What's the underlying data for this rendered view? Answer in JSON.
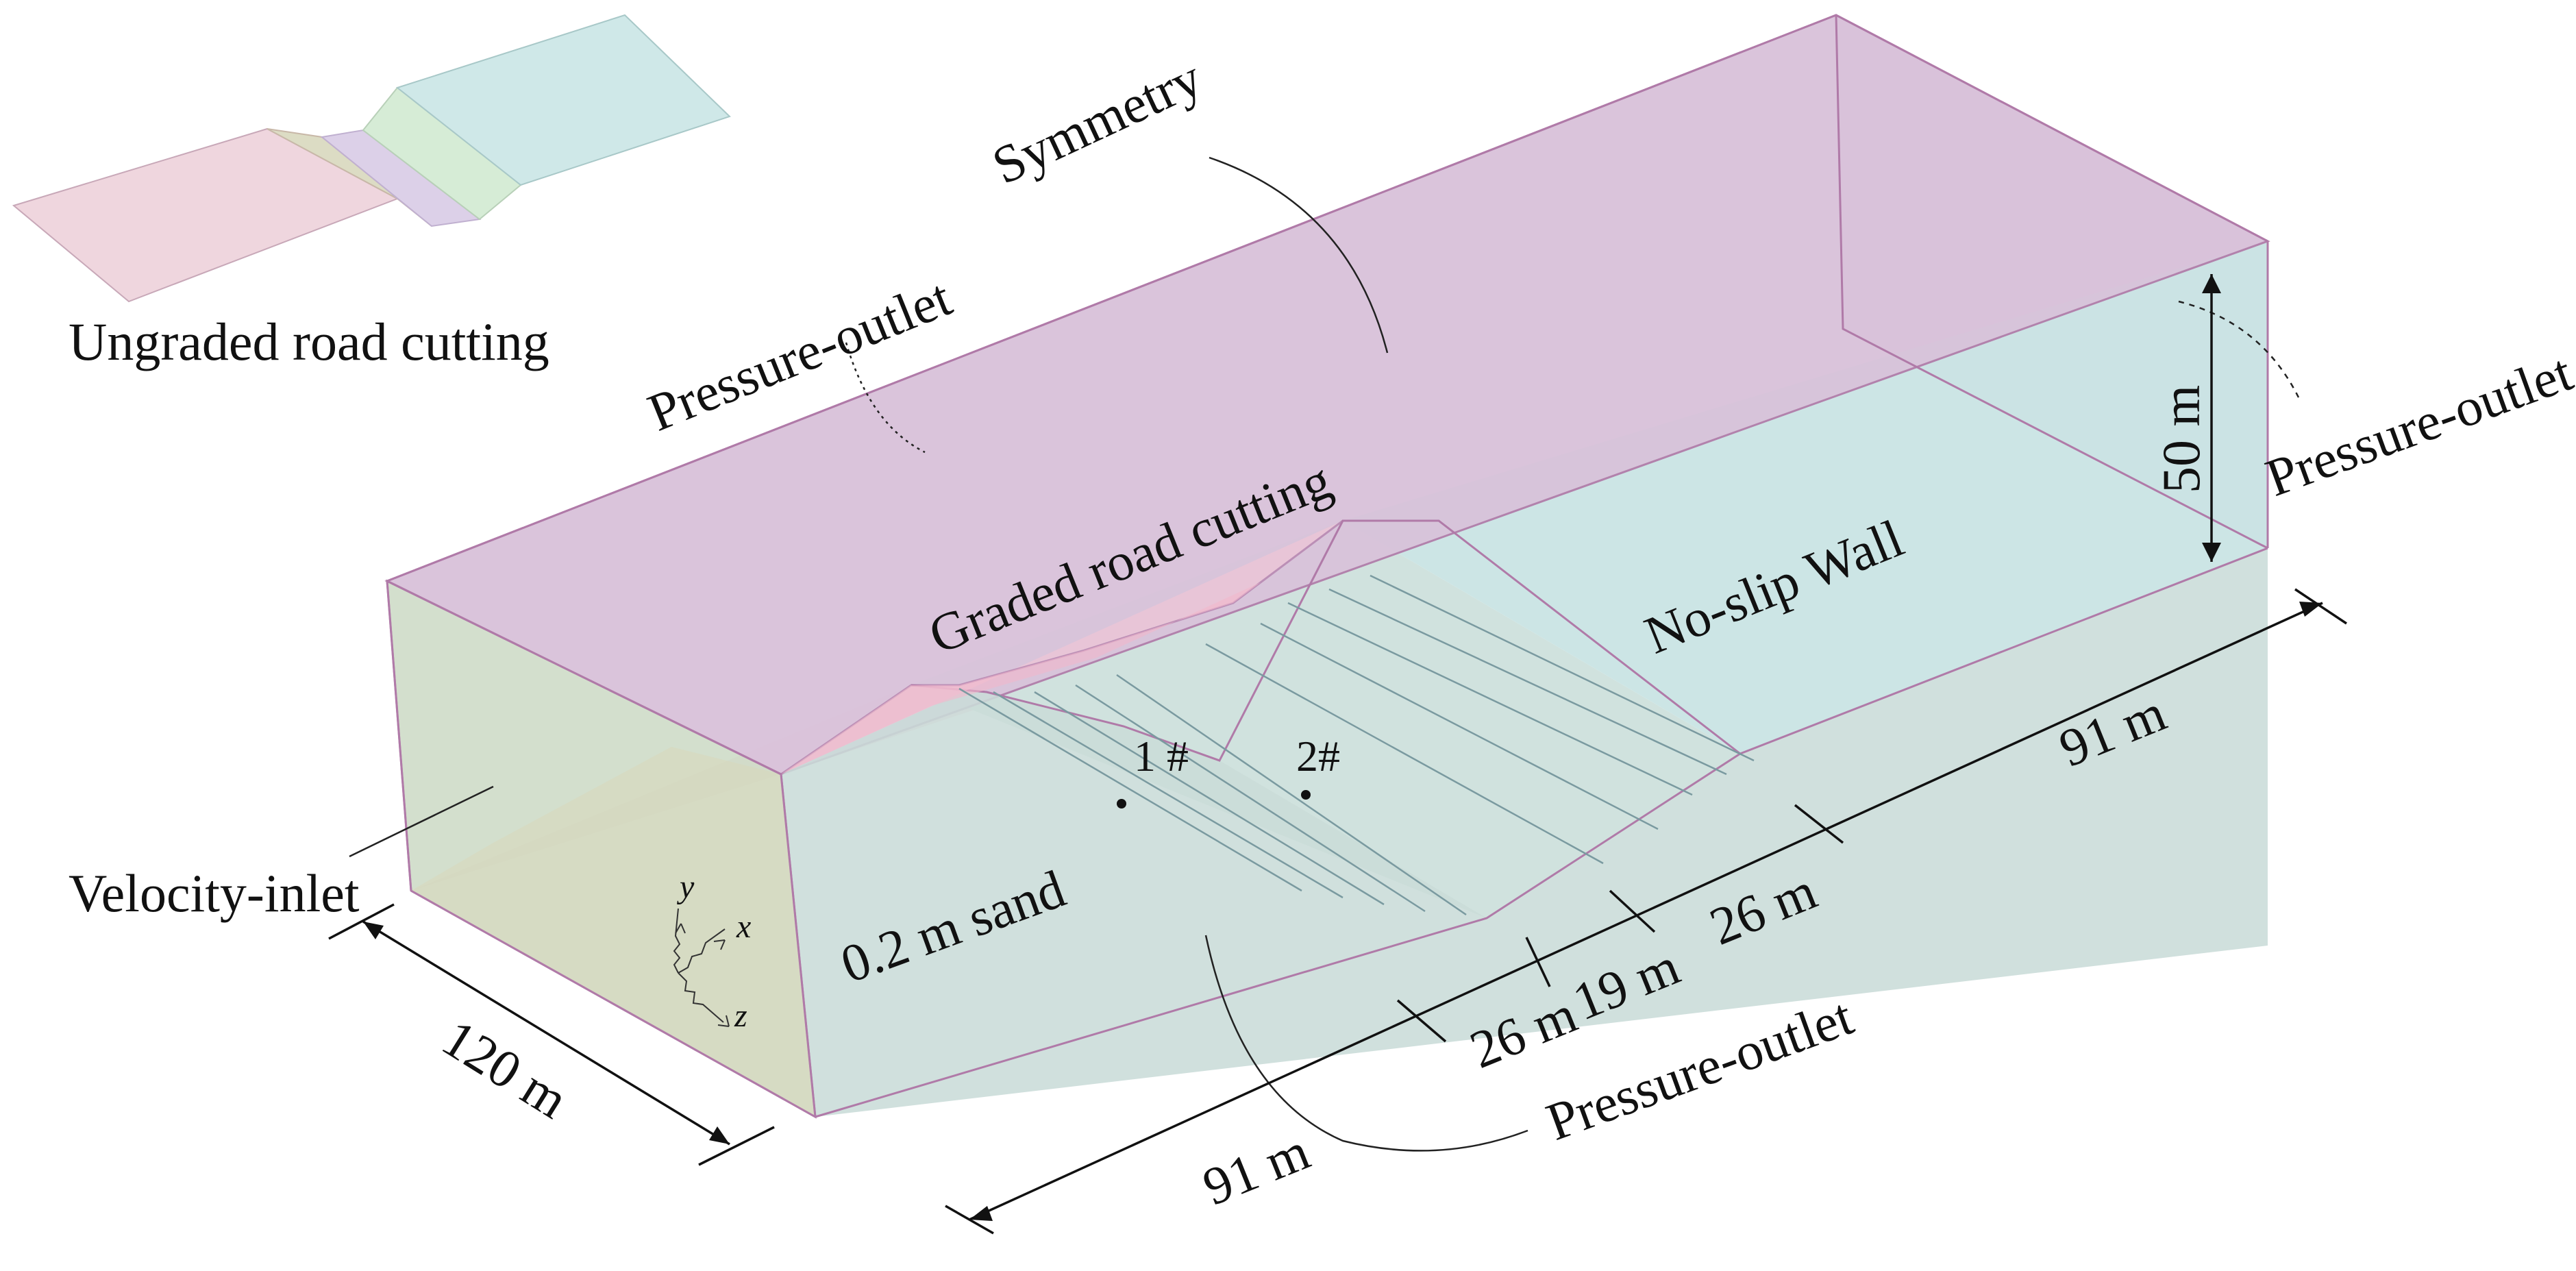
{
  "figure": {
    "inset_caption": "Ungraded road cutting",
    "labels": {
      "symmetry": "Symmetry",
      "pressure_outlet_top": "Pressure-outlet",
      "pressure_outlet_right": "Pressure-outlet",
      "pressure_outlet_bottom": "Pressure-outlet",
      "graded_road_cutting": "Graded road cutting",
      "no_slip_wall": "No-slip Wall",
      "velocity_inlet": "Velocity-inlet",
      "sand_layer": "0.2 m sand"
    },
    "points": {
      "p1": "1 #",
      "p2": "2#"
    },
    "axes": {
      "x": "x",
      "y": "y",
      "z": "z"
    },
    "dimensions": {
      "height": "50 m",
      "width": "120 m",
      "upstream": "91 m",
      "slope_left": "26 m",
      "cut": "19 m",
      "slope_right": "26 m",
      "downstream": "91 m"
    },
    "colors": {
      "top_face": "#d9c2da",
      "ground_pink": "#eecfd8",
      "ground_teal": "#c9e4e4",
      "inlet_face": "#cfdcc8",
      "edge": "#b07aa8"
    }
  }
}
